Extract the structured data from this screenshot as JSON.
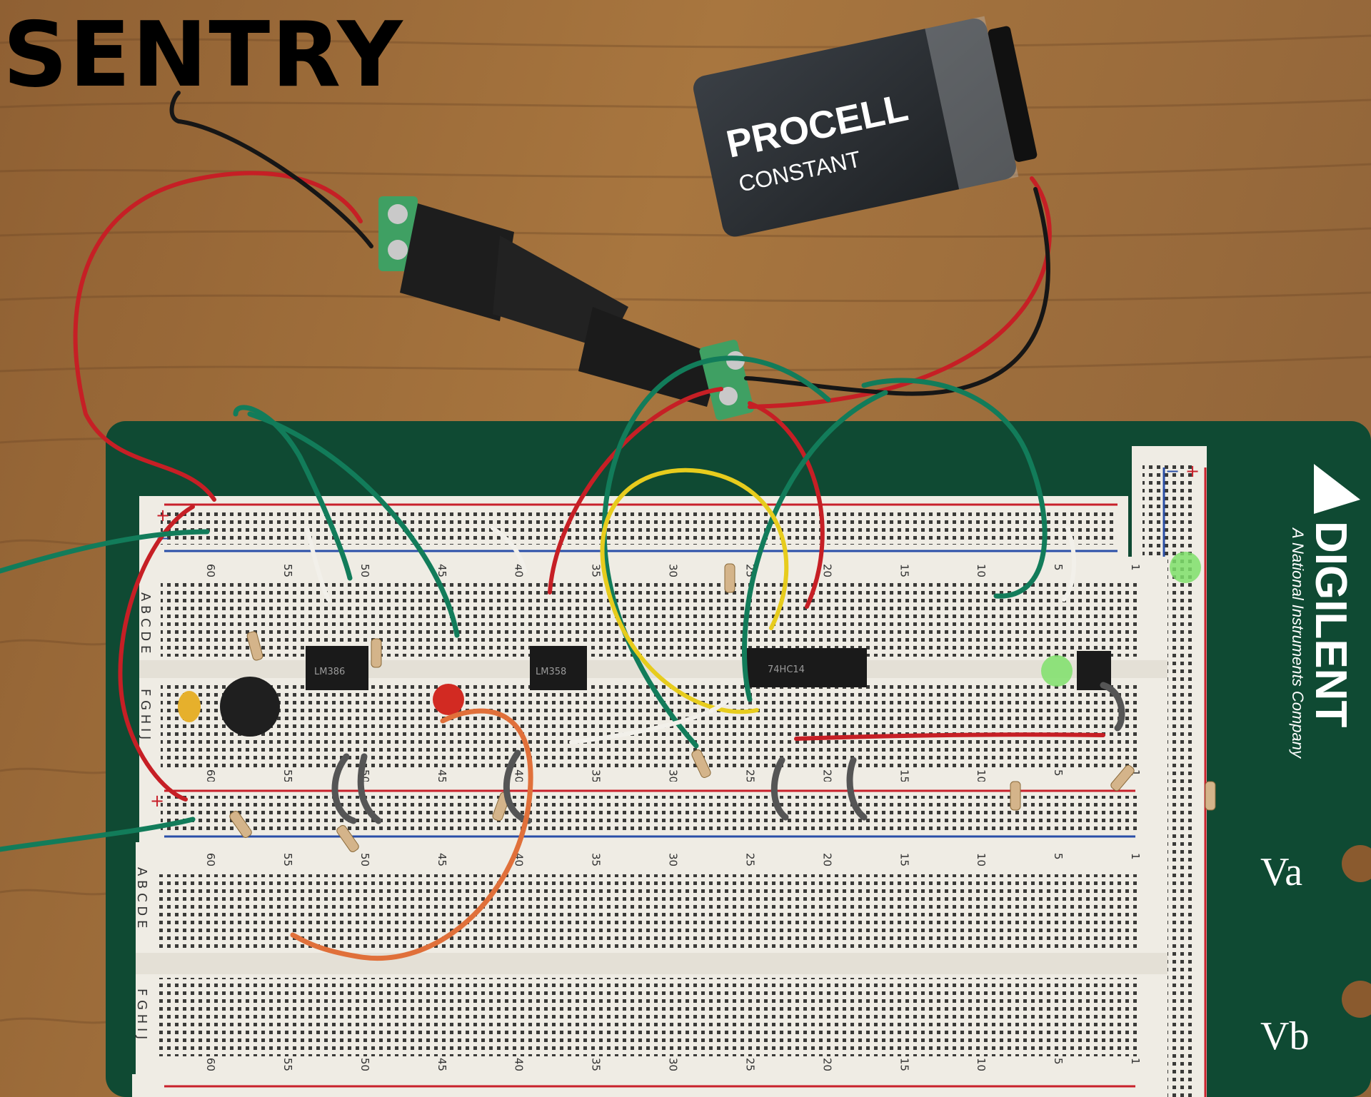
{
  "caption": "SENTRY",
  "battery": {
    "brand": "PROCELL",
    "model": "CONSTANT"
  },
  "board": {
    "brand": "DIGILENT",
    "tagline": "A National Instruments Company",
    "supply_a": "Va",
    "supply_b": "Vb",
    "plus": "+",
    "minus": "−",
    "row_letters_top": "A B C D E",
    "row_letters_bottom": "F G H I J",
    "columns": [
      "60",
      "55",
      "50",
      "45",
      "40",
      "35",
      "30",
      "25",
      "20",
      "15",
      "10",
      "5",
      "1"
    ]
  },
  "ic_labels": [
    "LM386",
    "LM358",
    "74HC14"
  ],
  "colors": {
    "wood": "#9a6b3a",
    "pcb": "#0f4a33",
    "breadboard": "#efece4",
    "rail_red": "#c8202a",
    "rail_blue": "#2a4fa8",
    "wire_red": "#c61f25",
    "wire_green": "#127c5a",
    "wire_black": "#161616",
    "wire_yellow": "#e7cc1d",
    "wire_orange": "#e0703a",
    "wire_white": "#f2f0ea"
  }
}
